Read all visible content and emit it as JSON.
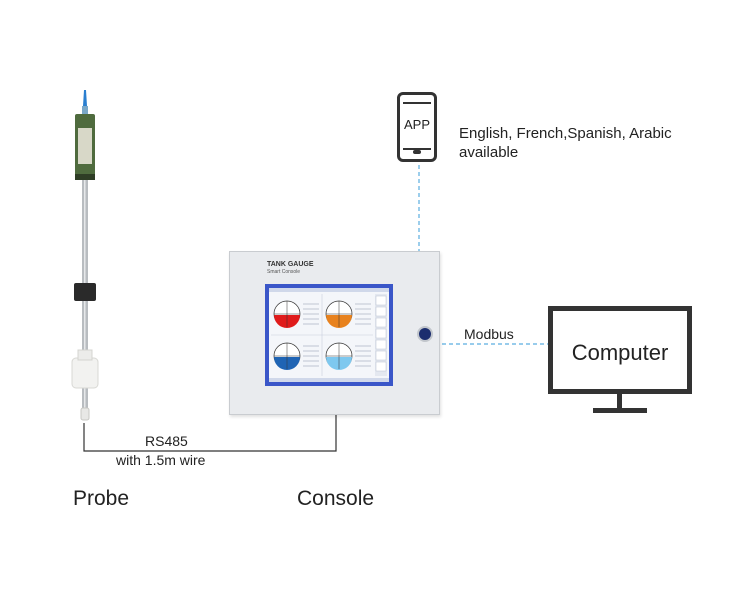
{
  "probe": {
    "label": "Probe"
  },
  "console": {
    "label": "Console",
    "brand": "TANK GAUGE",
    "subtitle": "Smart Console"
  },
  "app": {
    "icon_text": "APP",
    "languages": "English, French,Spanish, Arabic",
    "availability": "available"
  },
  "computer": {
    "label": "Computer"
  },
  "links": {
    "modbus": "Modbus",
    "rs485": "RS485",
    "wire": "with 1.5m wire"
  },
  "tank_colors": [
    "#e01b1b",
    "#e8821e",
    "#1f64b4",
    "#7ec8ef"
  ],
  "colors": {
    "panel": "#e9ebee",
    "screen_frame": "#3a56c8",
    "dash": "#5aaee0",
    "line": "#333333"
  }
}
